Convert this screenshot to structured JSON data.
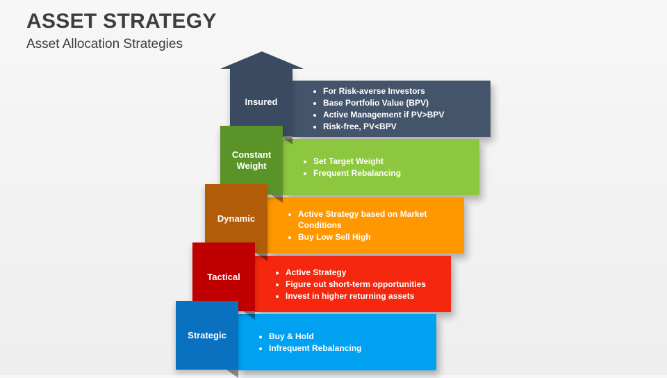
{
  "slide": {
    "title": "ASSET STRATEGY",
    "subtitle": "Asset Allocation Strategies"
  },
  "diagram": {
    "arrow_color": "#3a4a61",
    "levels": [
      {
        "label": "Insured",
        "box_color": "#3a4a61",
        "bar_color": "#44546a",
        "bullets": [
          "For Risk-averse Investors",
          "Base Portfolio Value (BPV)",
          "Active Management if PV>BPV",
          "Risk-free,  PV<BPV"
        ]
      },
      {
        "label": "Constant Weight",
        "box_color": "#5a9428",
        "bar_color": "#8dc63f",
        "bullets": [
          "Set Target Weight",
          "Frequent Rebalancing"
        ]
      },
      {
        "label": "Dynamic",
        "box_color": "#b15c08",
        "bar_color": "#ff9800",
        "bullets": [
          "Active Strategy based on Market Conditions",
          "Buy Low Sell High"
        ]
      },
      {
        "label": "Tactical",
        "box_color": "#c00000",
        "bar_color": "#f5270f",
        "bullets": [
          "Active Strategy",
          "Figure out short-term opportunities",
          "Invest in higher returning assets"
        ]
      },
      {
        "label": "Strategic",
        "box_color": "#0a70c0",
        "bar_color": "#00a1f1",
        "bullets": [
          "Buy & Hold",
          "Infrequent Rebalancing"
        ]
      }
    ]
  }
}
